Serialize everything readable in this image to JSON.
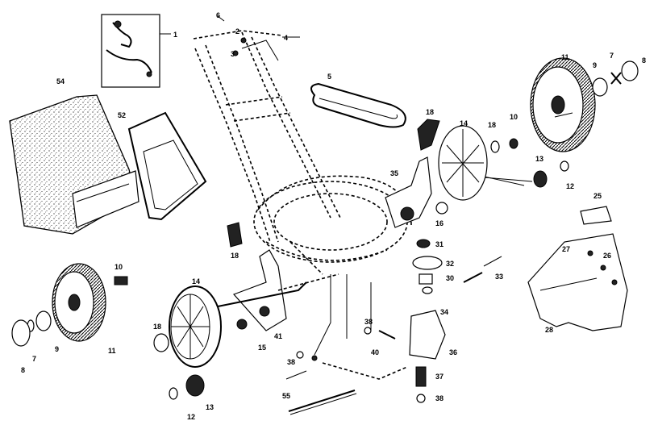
{
  "callouts": {
    "c1": "1",
    "c2": "2",
    "c3": "3",
    "c4": "4",
    "c5": "5",
    "c6": "6",
    "c7a": "7",
    "c7b": "7",
    "c8a": "8",
    "c8b": "8",
    "c9a": "9",
    "c9b": "9",
    "c10a": "10",
    "c10b": "10",
    "c11a": "11",
    "c11b": "11",
    "c12a": "12",
    "c12b": "12",
    "c13a": "13",
    "c13b": "13",
    "c14a": "14",
    "c14b": "14",
    "c15": "15",
    "c16": "16",
    "c18a": "18",
    "c18b": "18",
    "c18c": "18",
    "c18d": "18",
    "c25": "25",
    "c26": "26",
    "c27": "27",
    "c28": "28",
    "c30": "30",
    "c31": "31",
    "c32": "32",
    "c33": "33",
    "c34": "34",
    "c35": "35",
    "c36": "36",
    "c37": "37",
    "c38a": "38",
    "c38b": "38",
    "c38c": "38",
    "c40": "40",
    "c41": "41",
    "c52": "52",
    "c54": "54",
    "c55": "55"
  }
}
